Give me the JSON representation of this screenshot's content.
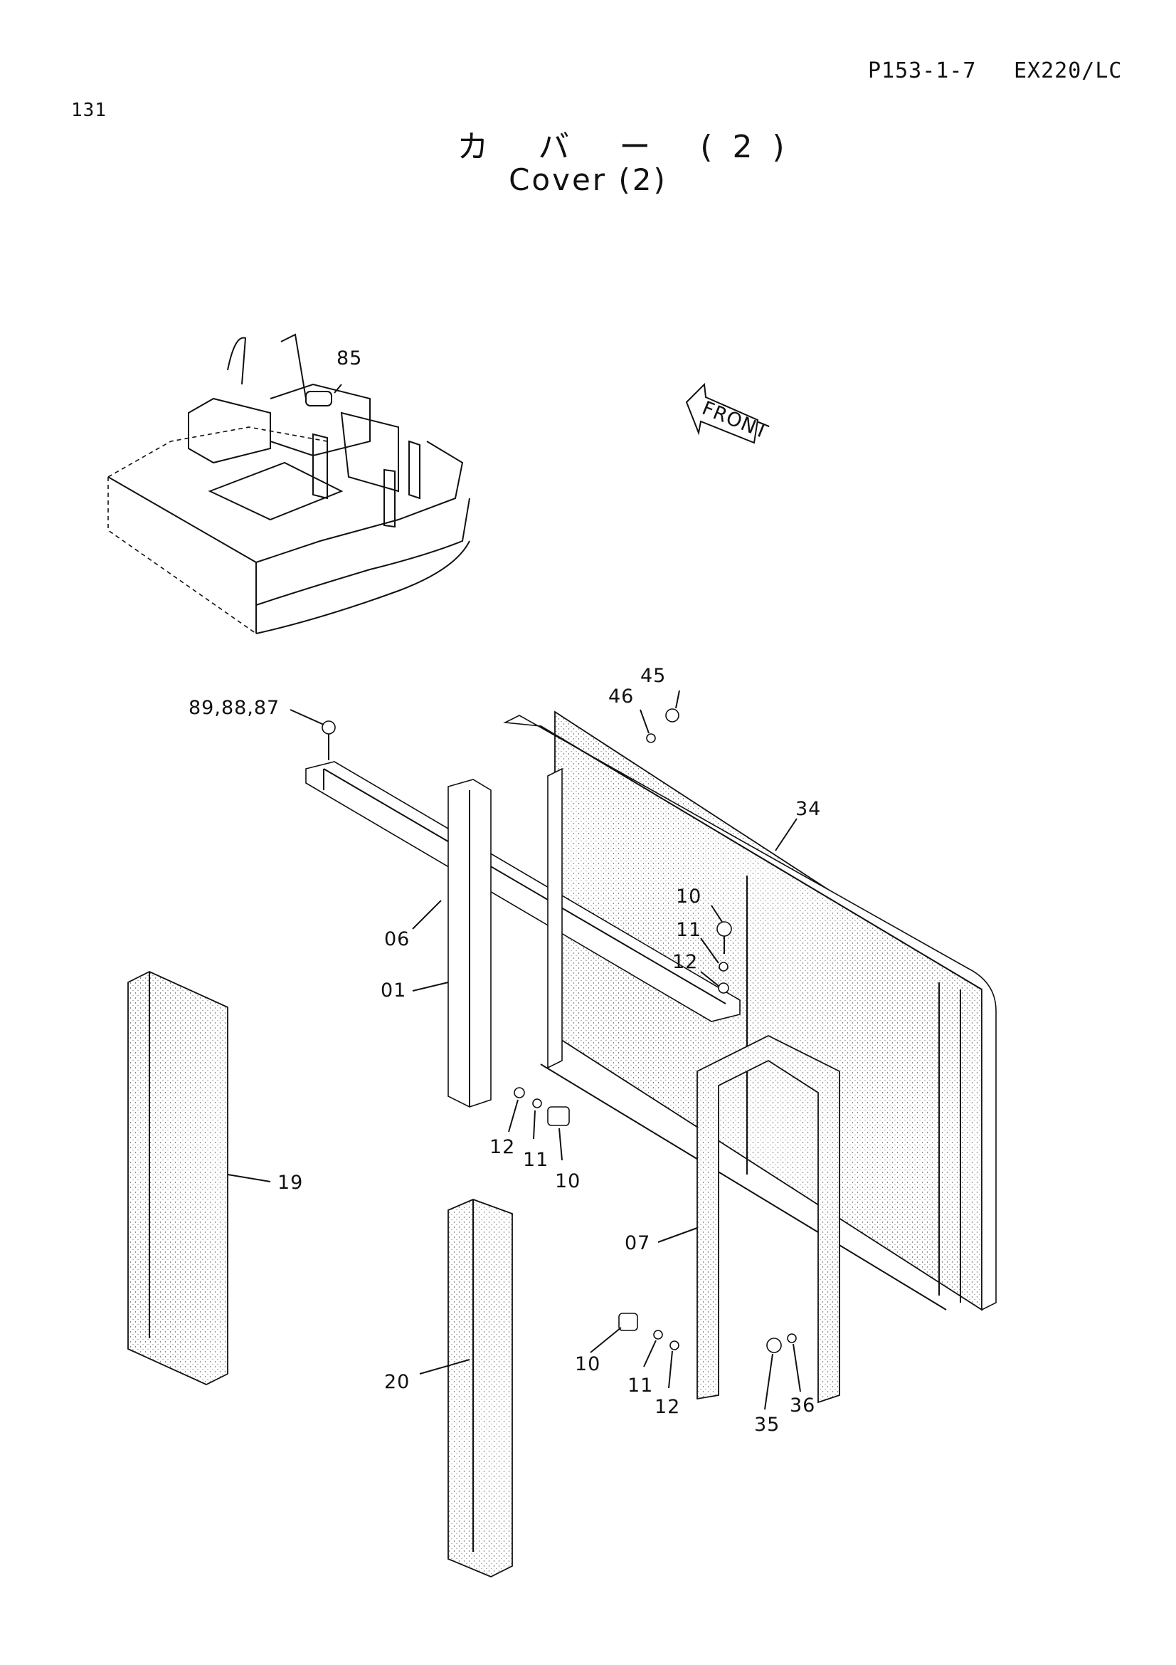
{
  "header": {
    "page_number": "131",
    "ref_code": "P153-1-7",
    "model": "EX220/LC"
  },
  "title": {
    "japanese": "カ バ ー (2)",
    "english": "Cover (2)"
  },
  "front_arrow_label": "FRONT",
  "callouts": {
    "c85": "85",
    "c45": "45",
    "c46": "46",
    "c898887": "89,88,87",
    "c34": "34",
    "c10a": "10",
    "c11a": "11",
    "c12a": "12",
    "c06": "06",
    "c01": "01",
    "c12b": "12",
    "c11b": "11",
    "c10b": "10",
    "c19": "19",
    "c07": "07",
    "c10c": "10",
    "c11c": "11",
    "c12c": "12",
    "c35": "35",
    "c36": "36",
    "c20": "20"
  }
}
